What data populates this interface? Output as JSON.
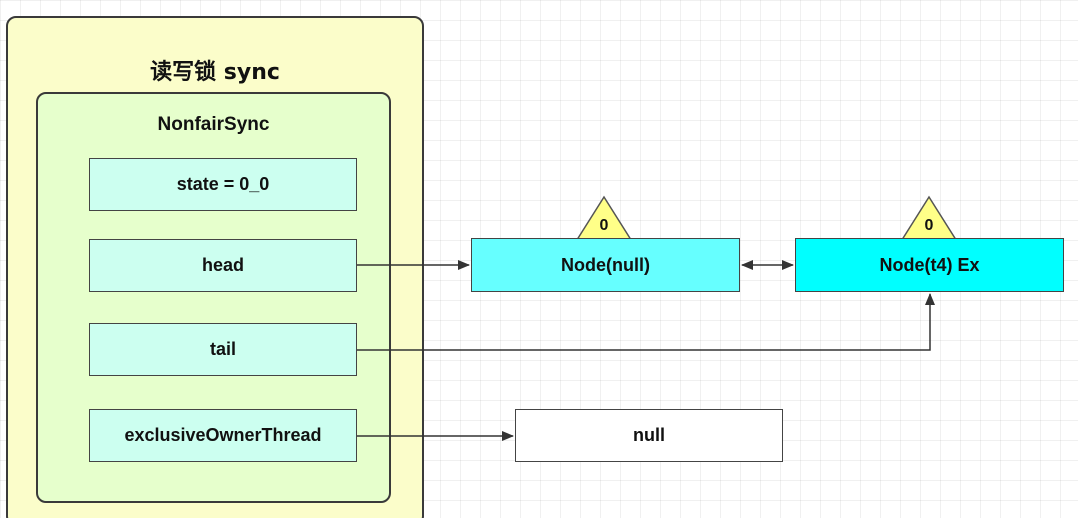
{
  "outer": {
    "title": "读写锁 sync"
  },
  "inner": {
    "title": "NonfairSync",
    "fields": {
      "state": "state = 0_0",
      "head": "head",
      "tail": "tail",
      "exclusive_owner_thread": "exclusiveOwnerThread"
    }
  },
  "nodes": {
    "node_null": {
      "label": "Node(null)",
      "badge": "0"
    },
    "node_t4": {
      "label": "Node(t4) Ex",
      "badge": "0"
    },
    "null_value": {
      "label": "null"
    }
  },
  "colors": {
    "outer_fill": "#fbfdca",
    "inner_fill": "#e6ffcc",
    "field_fill": "#ccfff0",
    "node_null_fill": "#66ffff",
    "node_t4_fill": "#00ffff",
    "badge_fill": "#ffff88"
  }
}
